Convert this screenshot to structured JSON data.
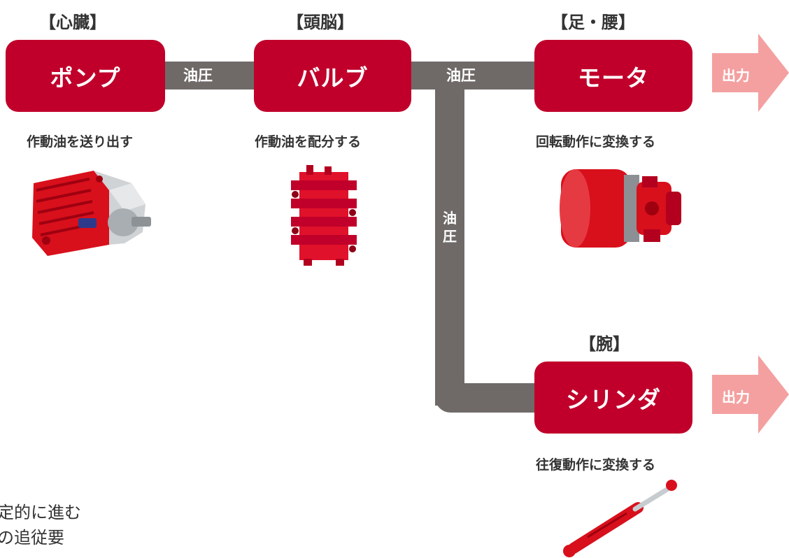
{
  "components": {
    "pump": {
      "role": "【心臓】",
      "name": "ポンプ",
      "description": "作動油を送り出す"
    },
    "valve": {
      "role": "【頭脳】",
      "name": "バルブ",
      "description": "作動油を配分する"
    },
    "motor": {
      "role": "【足・腰】",
      "name": "モータ",
      "description": "回転動作に変換する"
    },
    "cylinder": {
      "role": "【腕】",
      "name": "シリンダ",
      "description": "往復動作に変換する"
    }
  },
  "pipes": {
    "pump_valve": "油圧",
    "valve_motor": "油圧",
    "valve_cylinder_char1": "油",
    "valve_cylinder_char2": "圧"
  },
  "outputs": {
    "motor_output": "出力",
    "cylinder_output": "出力"
  },
  "bottom_text": {
    "line1": "定的に進む",
    "line2": "の追従要"
  },
  "colors": {
    "box": "#c0002b",
    "pipe": "#6f6a68",
    "output_arrow": "#f4a0a0",
    "text": "#333333"
  }
}
